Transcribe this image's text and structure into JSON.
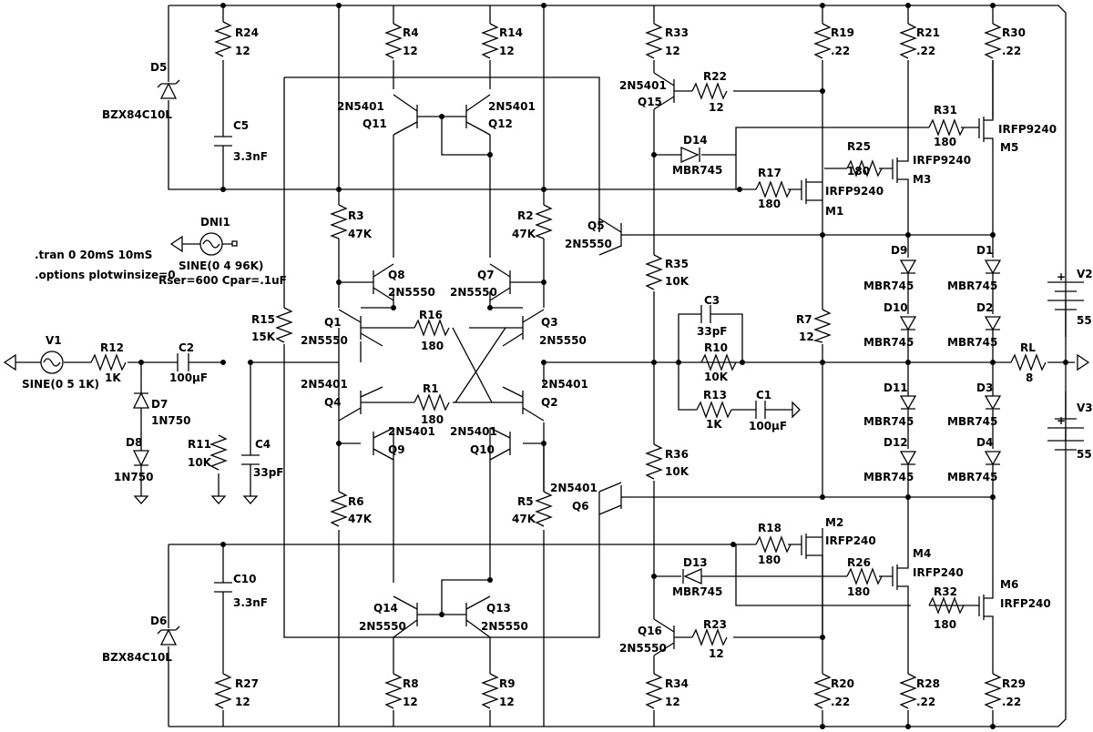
{
  "directives": {
    "tran": ".tran 0 20mS 10mS",
    "options": ".options plotwinsize=0"
  },
  "sources": {
    "V1": {
      "name": "V1",
      "value": "SINE(0 5 1K)"
    },
    "V2": {
      "name": "V2",
      "value": "55"
    },
    "V3": {
      "name": "V3",
      "value": "55"
    },
    "DNI1": {
      "name": "DNI1",
      "value": "SINE(0 4 96K)",
      "extra": "Rser=600 Cpar=.1uF"
    }
  },
  "resistors": {
    "R1": [
      "R1",
      "180"
    ],
    "R2": [
      "R2",
      "47K"
    ],
    "R3": [
      "R3",
      "47K"
    ],
    "R4": [
      "R4",
      "12"
    ],
    "R5": [
      "R5",
      "47K"
    ],
    "R6": [
      "R6",
      "47K"
    ],
    "R7": [
      "R7",
      "12"
    ],
    "R8": [
      "R8",
      "12"
    ],
    "R9": [
      "R9",
      "12"
    ],
    "R10": [
      "R10",
      "10K"
    ],
    "R11": [
      "R11",
      "10K"
    ],
    "R12": [
      "R12",
      "1K"
    ],
    "R13": [
      "R13",
      "1K"
    ],
    "R14": [
      "R14",
      "12"
    ],
    "R15": [
      "R15",
      "15K"
    ],
    "R16": [
      "R16",
      "180"
    ],
    "R17": [
      "R17",
      "180"
    ],
    "R18": [
      "R18",
      "180"
    ],
    "R19": [
      "R19",
      ".22"
    ],
    "R20": [
      "R20",
      ".22"
    ],
    "R21": [
      "R21",
      ".22"
    ],
    "R22": [
      "R22",
      "12"
    ],
    "R23": [
      "R23",
      "12"
    ],
    "R24": [
      "R24",
      "12"
    ],
    "R25": [
      "R25",
      "180"
    ],
    "R26": [
      "R26",
      "180"
    ],
    "R27": [
      "R27",
      "12"
    ],
    "R28": [
      "R28",
      ".22"
    ],
    "R29": [
      "R29",
      ".22"
    ],
    "R30": [
      "R30",
      ".22"
    ],
    "R31": [
      "R31",
      "180"
    ],
    "R32": [
      "R32",
      "180"
    ],
    "R33": [
      "R33",
      "12"
    ],
    "R34": [
      "R34",
      "12"
    ],
    "R35": [
      "R35",
      "10K"
    ],
    "R36": [
      "R36",
      "10K"
    ],
    "RL": [
      "RL",
      "8"
    ]
  },
  "capacitors": {
    "C1": [
      "C1",
      "100µF"
    ],
    "C2": [
      "C2",
      "100µF"
    ],
    "C3": [
      "C3",
      "33pF"
    ],
    "C4": [
      "C4",
      "33pF"
    ],
    "C5": [
      "C5",
      "3.3nF"
    ],
    "C10": [
      "C10",
      "3.3nF"
    ]
  },
  "diodes": {
    "D1": [
      "D1",
      "MBR745"
    ],
    "D2": [
      "D2",
      "MBR745"
    ],
    "D3": [
      "D3",
      "MBR745"
    ],
    "D4": [
      "D4",
      "MBR745"
    ],
    "D5": [
      "D5",
      "BZX84C10L"
    ],
    "D6": [
      "D6",
      "BZX84C10L"
    ],
    "D7": [
      "D7",
      "1N750"
    ],
    "D8": [
      "D8",
      "1N750"
    ],
    "D9": [
      "D9",
      "MBR745"
    ],
    "D10": [
      "D10",
      "MBR745"
    ],
    "D11": [
      "D11",
      "MBR745"
    ],
    "D12": [
      "D12",
      "MBR745"
    ],
    "D13": [
      "D13",
      "MBR745"
    ],
    "D14": [
      "D14",
      "MBR745"
    ]
  },
  "transistors": {
    "Q1": [
      "Q1",
      "2N5550"
    ],
    "Q2": [
      "Q2",
      "2N5401"
    ],
    "Q3": [
      "Q3",
      "2N5550"
    ],
    "Q4": [
      "Q4",
      "2N5401"
    ],
    "Q5": [
      "Q5",
      "2N5550"
    ],
    "Q6": [
      "Q6",
      "2N5401"
    ],
    "Q7": [
      "Q7",
      "2N5550"
    ],
    "Q8": [
      "Q8",
      "2N5550"
    ],
    "Q9": [
      "Q9",
      "2N5401"
    ],
    "Q10": [
      "Q10",
      "2N5401"
    ],
    "Q11": [
      "Q11",
      "2N5401"
    ],
    "Q12": [
      "Q12",
      "2N5401"
    ],
    "Q13": [
      "Q13",
      "2N5550"
    ],
    "Q14": [
      "Q14",
      "2N5550"
    ],
    "Q15": [
      "Q15",
      "2N5401"
    ],
    "Q16": [
      "Q16",
      "2N5550"
    ]
  },
  "mosfets": {
    "M1": [
      "M1",
      "IRFP9240"
    ],
    "M2": [
      "M2",
      "IRFP240"
    ],
    "M3": [
      "M3",
      "IRFP9240"
    ],
    "M4": [
      "M4",
      "IRFP240"
    ],
    "M5": [
      "M5",
      "IRFP9240"
    ],
    "M6": [
      "M6",
      "IRFP240"
    ]
  },
  "polarity": {
    "plus": "+",
    "minus": "-"
  }
}
